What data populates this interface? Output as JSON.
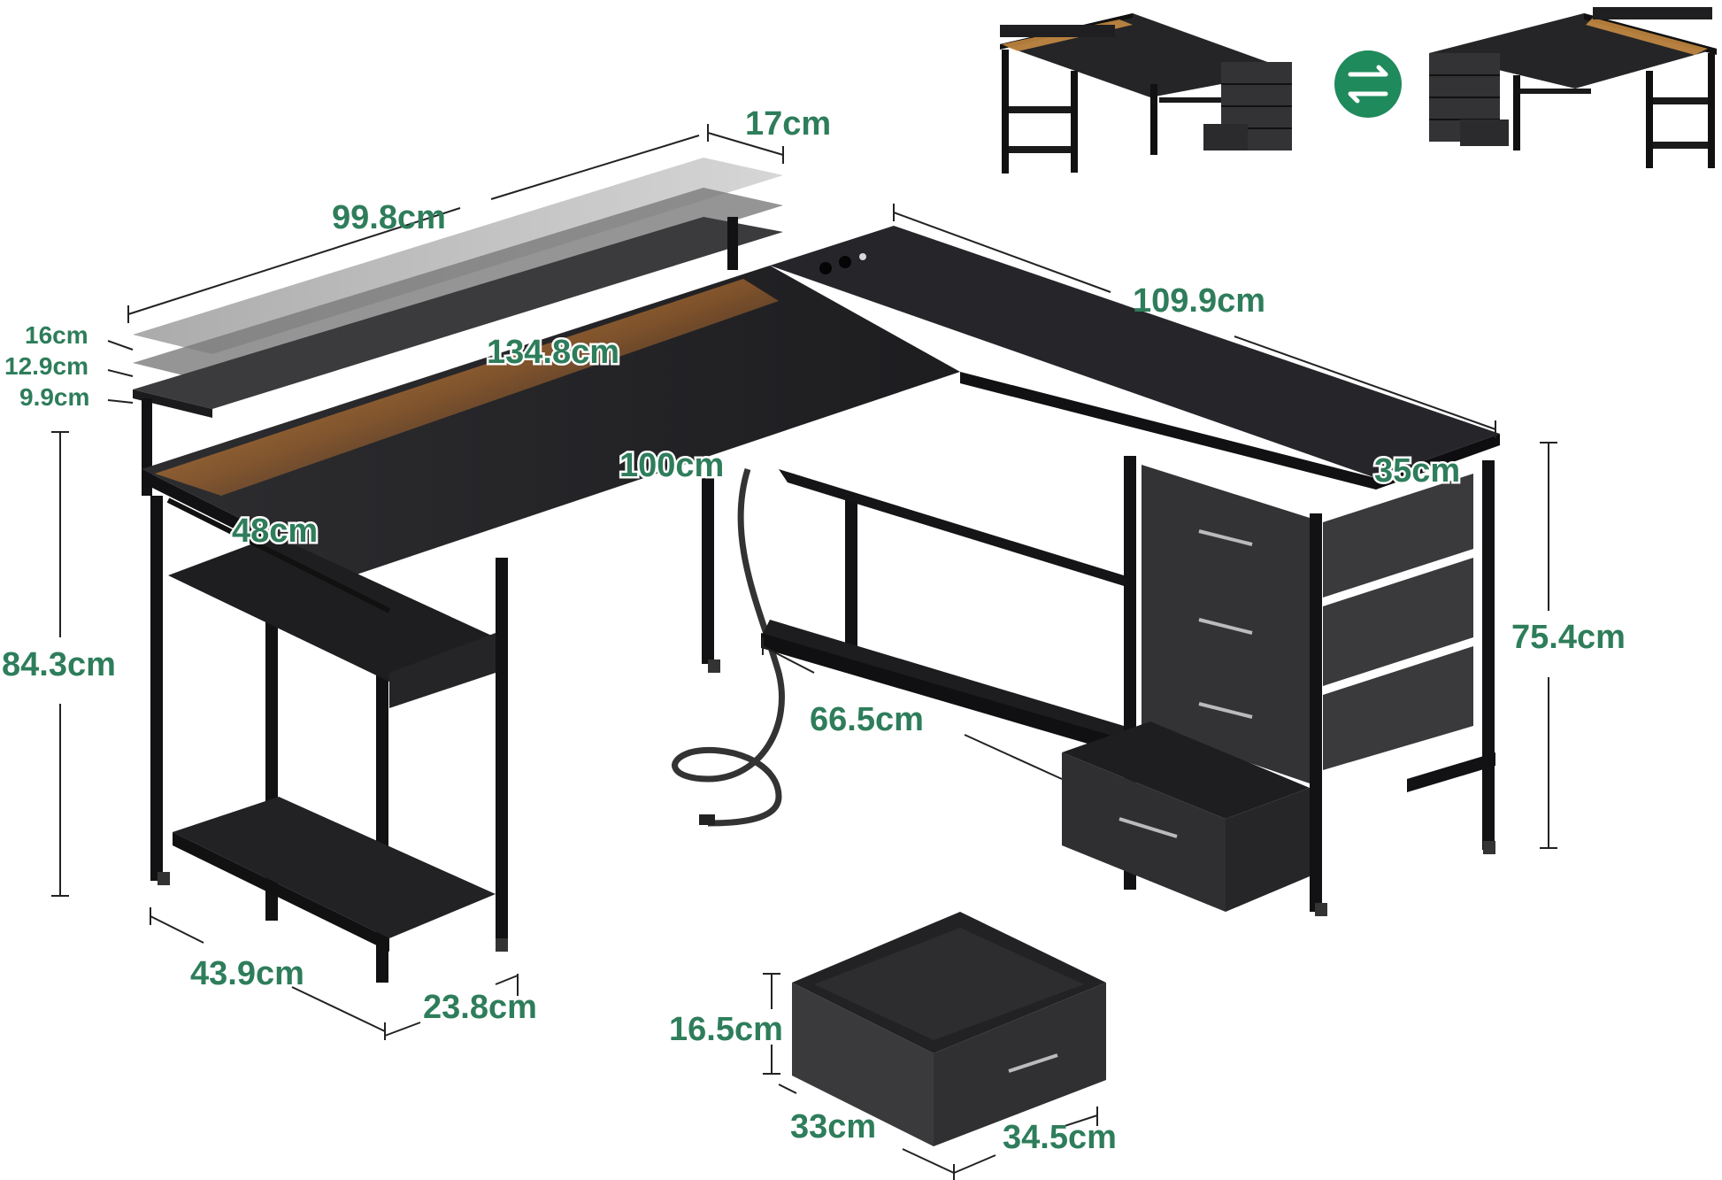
{
  "colors": {
    "dimension": "#2e7d5b",
    "dimension_line": "#222222",
    "desk_top": "#2a2a2c",
    "desk_frame": "#141416",
    "drawer_fabric": "#3a3a3d",
    "led_glow": "#f5a640",
    "swap_badge": "#1f8a5c"
  },
  "dimensions": {
    "shelf_depth": "17cm",
    "shelf_width": "99.8cm",
    "shelf_h1": "16cm",
    "shelf_h2": "12.9cm",
    "shelf_h3": "9.9cm",
    "long_side": "134.8cm",
    "return_side": "109.9cm",
    "inner_length": "100cm",
    "desk_depth_left": "48cm",
    "return_depth": "35cm",
    "overall_height": "84.3cm",
    "desk_height": "75.4cm",
    "inner_width": "66.5cm",
    "side_shelf_depth": "43.9cm",
    "side_shelf_width": "23.8cm",
    "drawer_height": "16.5cm",
    "drawer_width": "33cm",
    "drawer_depth": "34.5cm"
  },
  "icons": {
    "swap": "swap-arrows-icon"
  }
}
